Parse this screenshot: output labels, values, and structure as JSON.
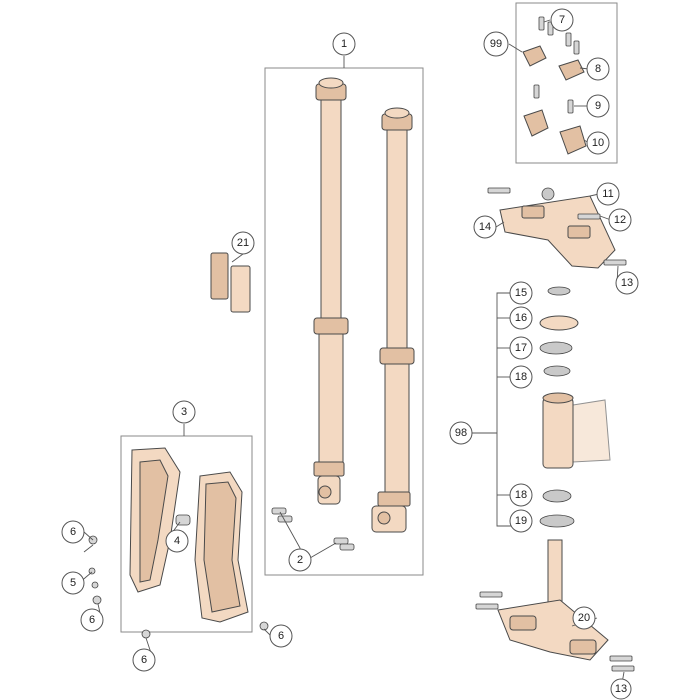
{
  "callouts": {
    "c1": "1",
    "c2": "2",
    "c3": "3",
    "c4": "4",
    "c5": "5",
    "c6a": "6",
    "c6b": "6",
    "c6c": "6",
    "c6d": "6",
    "c7": "7",
    "c8": "8",
    "c9": "9",
    "c10": "10",
    "c11": "11",
    "c12": "12",
    "c13a": "13",
    "c13b": "13",
    "c14": "14",
    "c15": "15",
    "c16": "16",
    "c17": "17",
    "c18a": "18",
    "c18b": "18",
    "c19": "19",
    "c20": "20",
    "c21": "21",
    "c98": "98",
    "c99": "99"
  },
  "colors": {
    "part_fill": "#f3d9c2",
    "part_fill_dark": "#e2c0a3",
    "outline": "#4a4a4a",
    "frame": "#8a8a8a"
  }
}
